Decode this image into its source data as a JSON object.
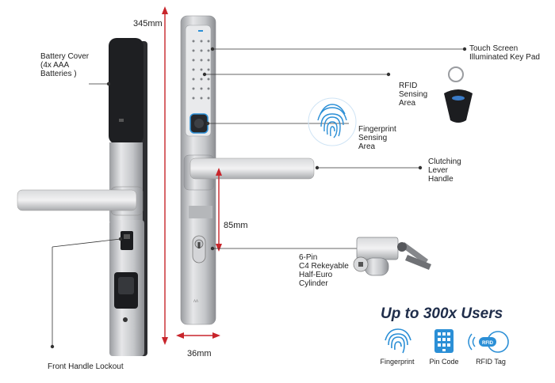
{
  "dimensions": {
    "height": "345mm",
    "width": "36mm",
    "spindle_to_cylinder": "85mm"
  },
  "callouts": {
    "battery_cover": [
      "Battery Cover",
      "(4x AAA",
      "Batteries )"
    ],
    "front_handle_lockout": "Front Handle Lockout",
    "touch_screen": [
      "Touch Screen",
      "Illuminated Key Pad"
    ],
    "rfid_sensing": [
      "RFID",
      "Sensing",
      "Area"
    ],
    "fingerprint_sensing": [
      "Fingerprint",
      "Sensing",
      "Area"
    ],
    "clutching_lever": [
      "Clutching",
      "Lever",
      "Handle"
    ],
    "cylinder": [
      "6-Pin",
      "C4 Rekeyable",
      "Half-Euro",
      "Cylinder"
    ]
  },
  "users_panel": {
    "title": "Up to 300x Users",
    "features": [
      {
        "label": "Fingerprint",
        "icon": "fingerprint-icon"
      },
      {
        "label": "Pin Code",
        "icon": "keypad-icon"
      },
      {
        "label": "RFID Tag",
        "icon": "rfid-tag-icon"
      }
    ],
    "rfid_icon_text": "RFID"
  },
  "colors": {
    "dimension_arrow": "#c8252b",
    "icon_blue": "#2b8fd6",
    "title_navy": "#1f2d4a",
    "leader_line": "#333333"
  }
}
